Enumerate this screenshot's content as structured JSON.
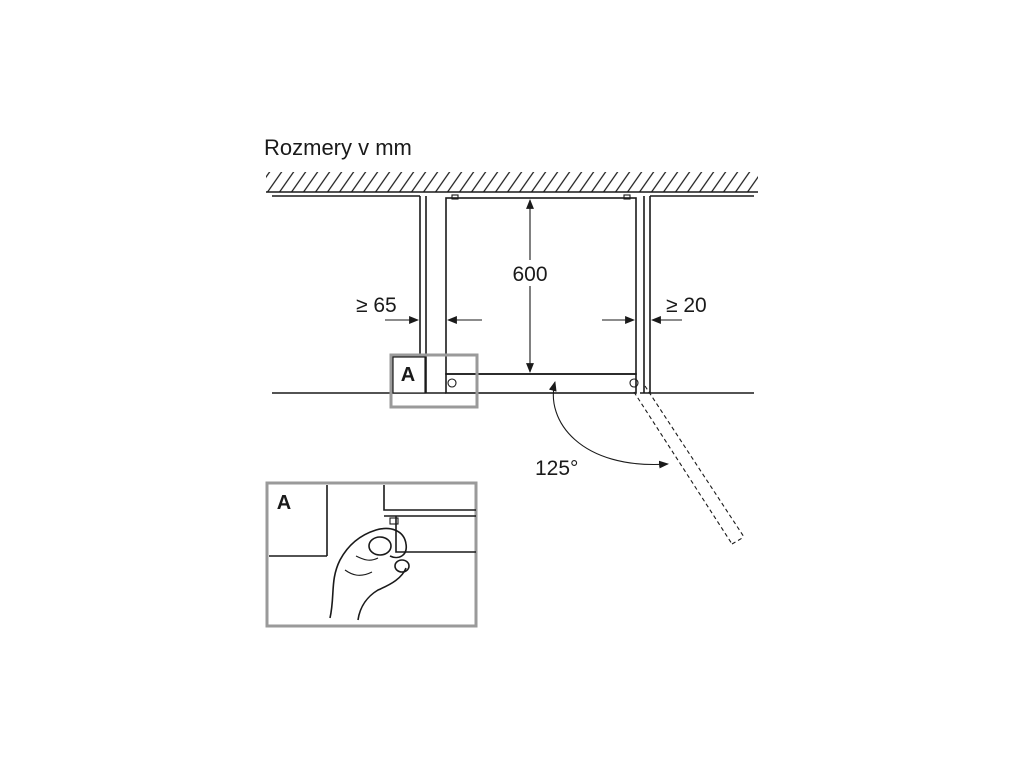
{
  "title": "Rozmery v mm",
  "dimensions": {
    "depth": "600",
    "left_clearance": "≥ 65",
    "right_clearance": "≥ 20",
    "door_angle": "125°"
  },
  "callouts": {
    "main": "A",
    "inset": "A"
  },
  "colors": {
    "line": "#1a1a1a",
    "frame": "#9a9a9a",
    "background": "#ffffff"
  }
}
